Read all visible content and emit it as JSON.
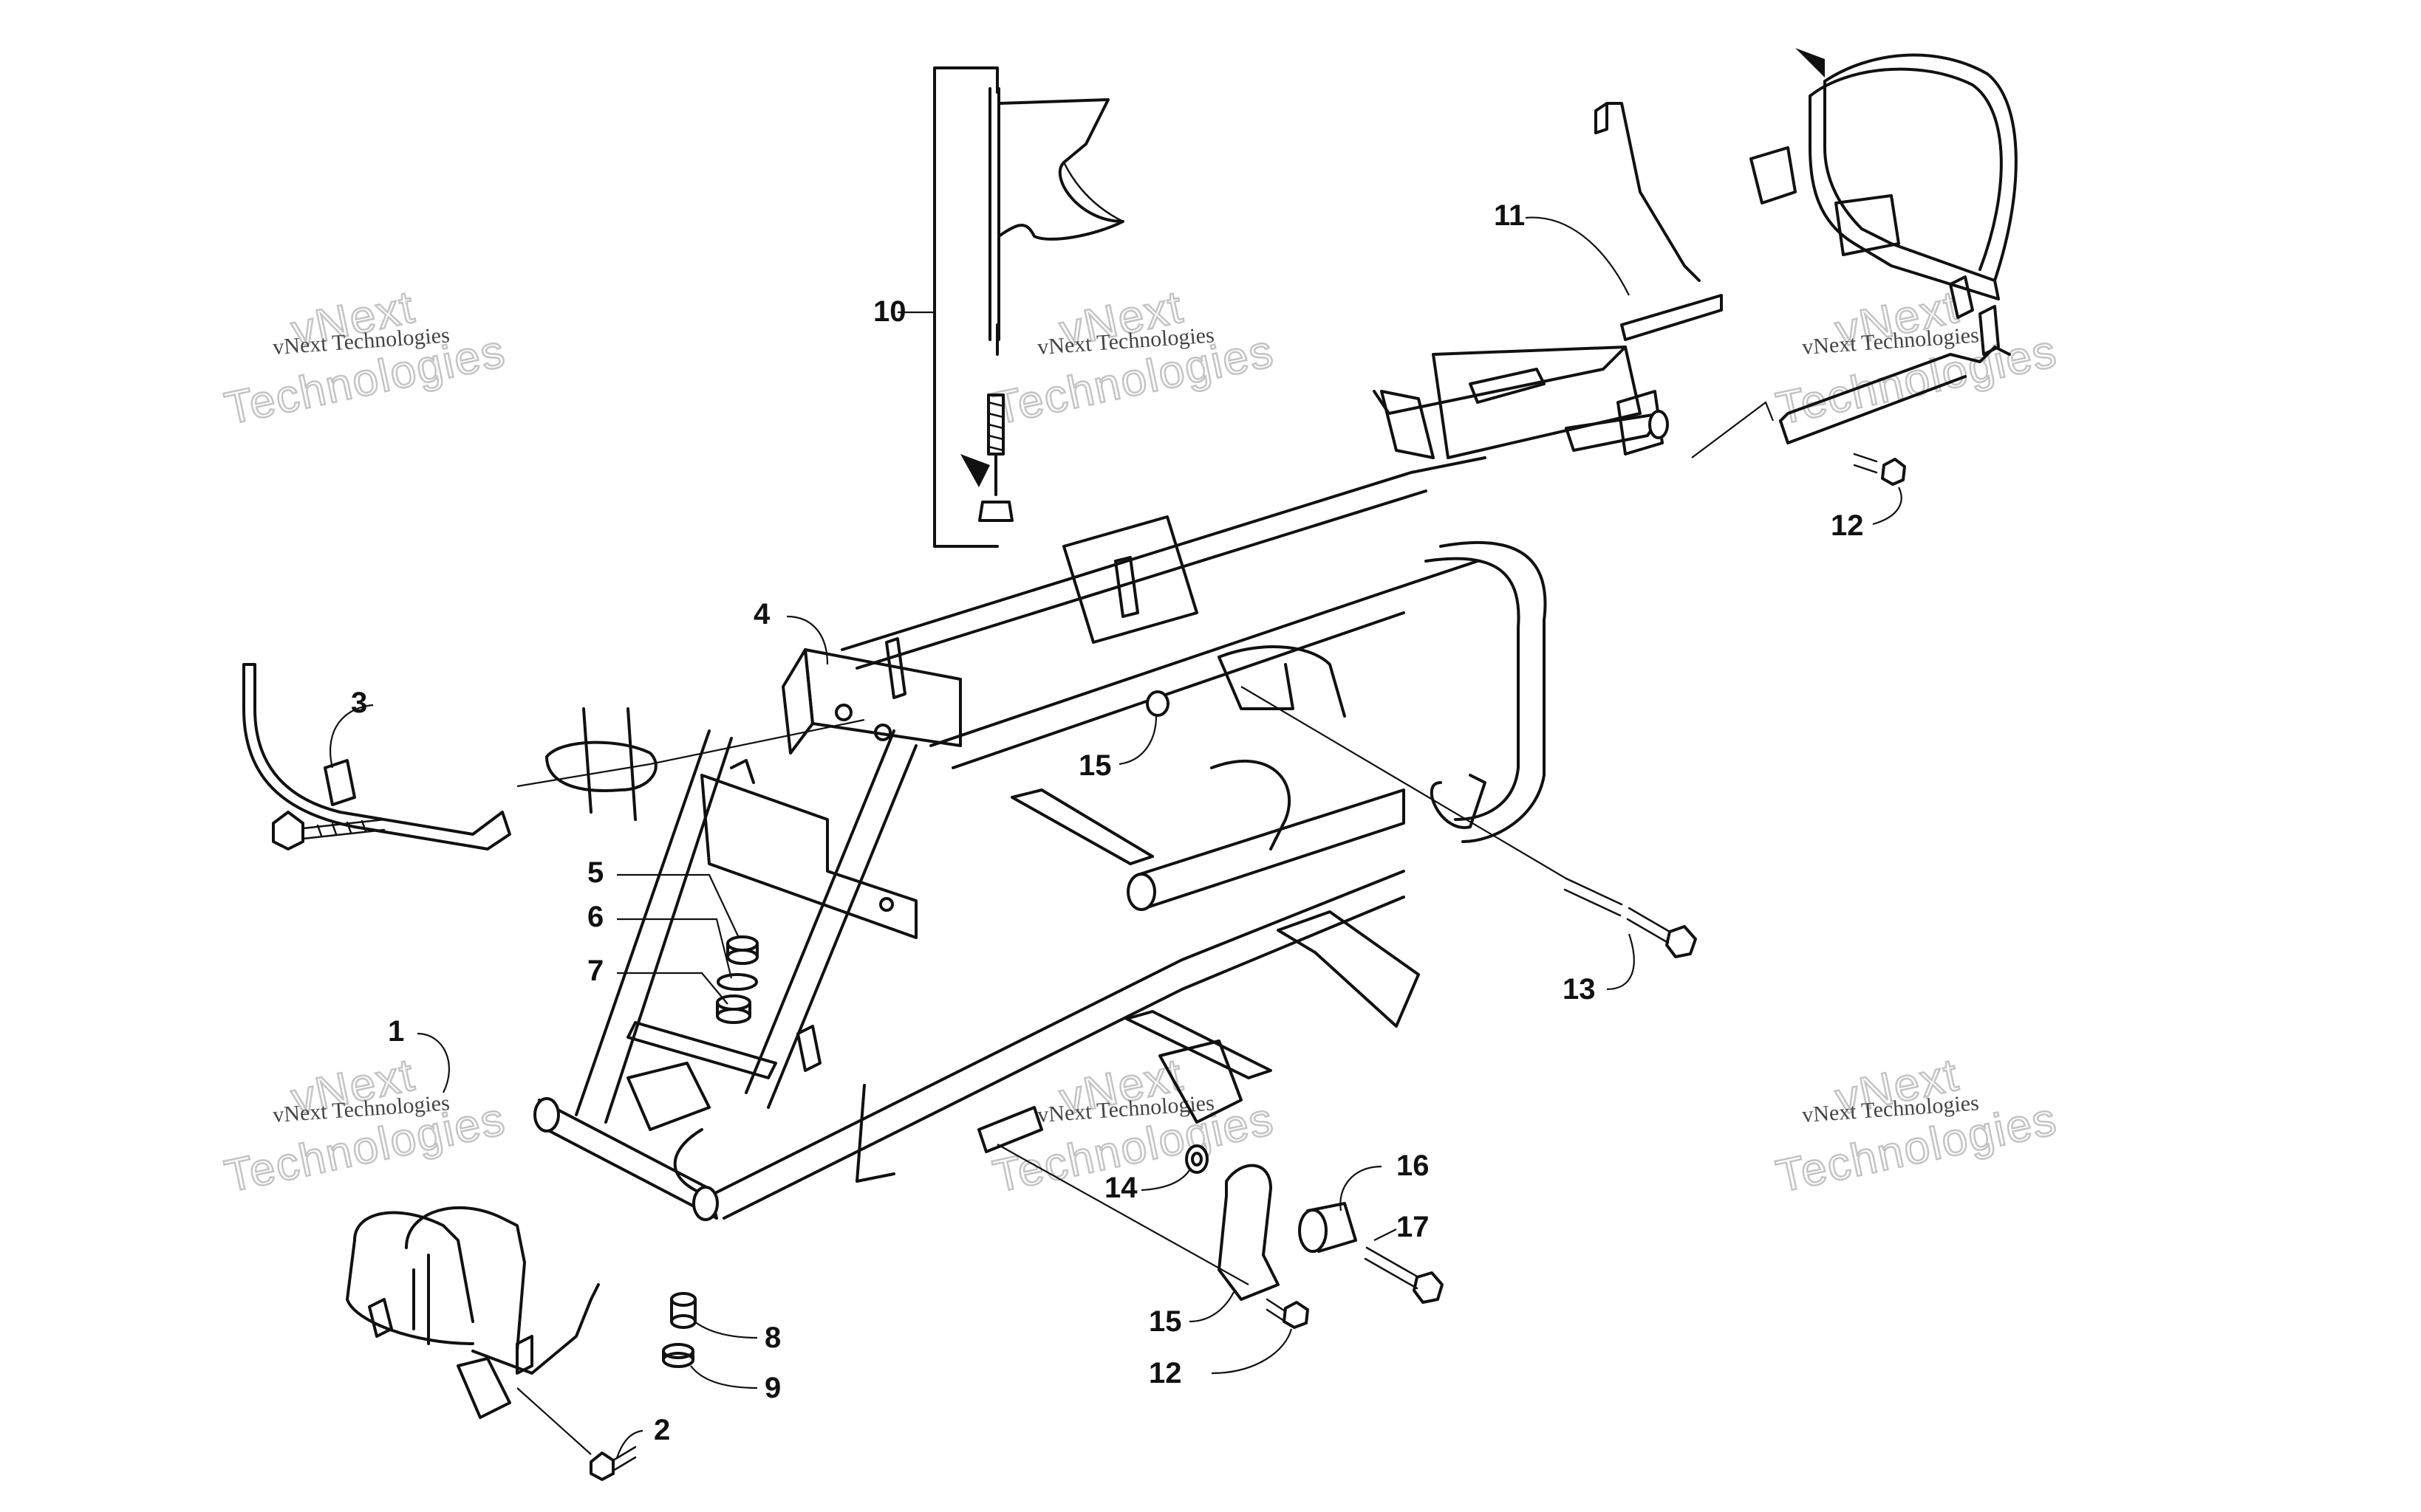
{
  "callouts": [
    {
      "id": "1",
      "label": "1"
    },
    {
      "id": "2",
      "label": "2"
    },
    {
      "id": "3",
      "label": "3"
    },
    {
      "id": "4",
      "label": "4"
    },
    {
      "id": "5",
      "label": "5"
    },
    {
      "id": "6",
      "label": "6"
    },
    {
      "id": "7",
      "label": "7"
    },
    {
      "id": "8",
      "label": "8"
    },
    {
      "id": "9",
      "label": "9"
    },
    {
      "id": "10",
      "label": "10"
    },
    {
      "id": "11",
      "label": "11"
    },
    {
      "id": "12a",
      "label": "12"
    },
    {
      "id": "12b",
      "label": "12"
    },
    {
      "id": "13",
      "label": "13"
    },
    {
      "id": "14",
      "label": "14"
    },
    {
      "id": "15a",
      "label": "15"
    },
    {
      "id": "15b",
      "label": "15"
    },
    {
      "id": "16",
      "label": "16"
    },
    {
      "id": "17",
      "label": "17"
    }
  ],
  "watermark": {
    "line1": "vNext Technologies",
    "line2": "vNext",
    "line3": "Technologies"
  }
}
